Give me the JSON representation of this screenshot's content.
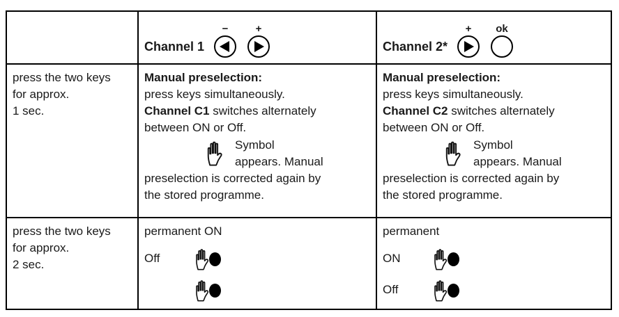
{
  "colors": {
    "border": "#000000",
    "text": "#1a1a1a",
    "background": "#ffffff"
  },
  "icons": {
    "hand": "hand-symbol (manual override)",
    "dot": "●",
    "arrow_left": "◀",
    "arrow_right": "▶"
  },
  "header": {
    "channel1": {
      "label": "Channel 1",
      "minus": "−",
      "plus": "+"
    },
    "channel2": {
      "label": "Channel 2*",
      "plus": "+",
      "ok": "ok"
    }
  },
  "row_1sec": {
    "action": {
      "l1": "press the two keys",
      "l2": "for approx.",
      "l3": "1 sec."
    },
    "c1": {
      "title": "Manual preselection:",
      "l2": "press keys simultaneously.",
      "l3_bold": "Channel C1",
      "l3_rest": " switches alternately",
      "l4": "between ON or Off.",
      "sym1": "Symbol",
      "sym2": "appears. Manual",
      "l5": "preselection is corrected again by",
      "l6": "the stored programme."
    },
    "c2": {
      "title": "Manual preselection:",
      "l2": "press keys simultaneously.",
      "l3_bold": "Channel C2",
      "l3_rest": " switches alternately",
      "l4": "between ON or Off.",
      "sym1": "Symbol",
      "sym2": "appears. Manual",
      "l5": "preselection is corrected again by",
      "l6": "the stored programme."
    }
  },
  "row_2sec": {
    "action": {
      "l1": "press the two keys",
      "l2": "for approx.",
      "l3": "2 sec."
    },
    "c1": {
      "l1": "permanent ON",
      "off": "Off"
    },
    "c2": {
      "l1": "permanent",
      "on": "ON",
      "off": "Off"
    }
  }
}
